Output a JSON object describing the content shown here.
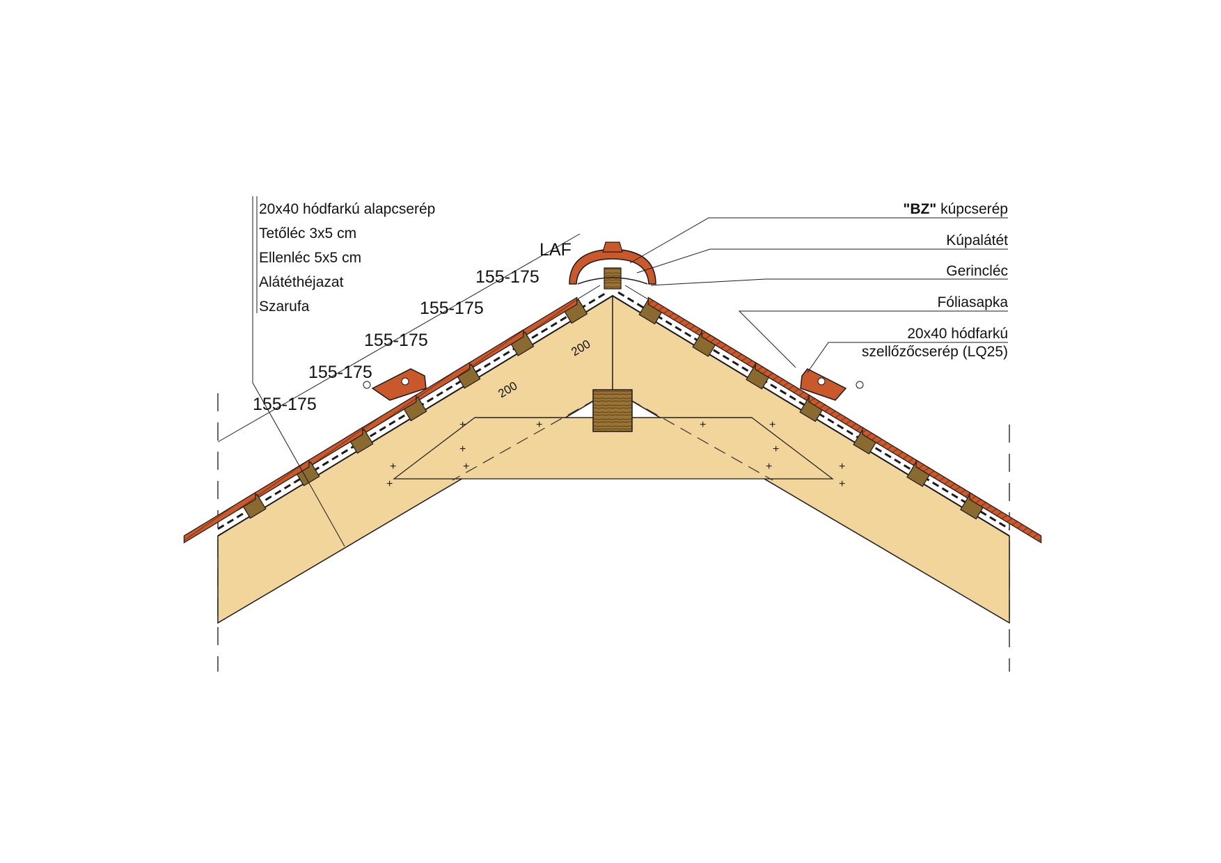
{
  "left_labels": [
    "20x40 hódfarkú alapcserép",
    "Tetőléc 3x5 cm",
    "Ellenléc 5x5 cm",
    "Alátéthéjazat",
    "Szarufa"
  ],
  "right_labels": {
    "ridge_tile_bold": "\"BZ\"",
    "ridge_tile_rest": " kúpcserép",
    "ridge_underlay": "Kúpalátét",
    "ridge_batten": "Gerincléc",
    "foil_cap": "Fóliasapka",
    "vent_tile_line1": "20x40 hódfarkú",
    "vent_tile_line2": "szellőzőcserép (LQ25)"
  },
  "dimensions": {
    "laf": "LAF",
    "spacing": [
      "155-175",
      "155-175",
      "155-175",
      "155-175",
      "155-175"
    ],
    "collar_a": "200",
    "collar_b": "200"
  },
  "colors": {
    "timber": "#f2d59a",
    "tile": "#c9582a",
    "batten": "#8a6a2e",
    "outline": "#1a1a1a"
  }
}
